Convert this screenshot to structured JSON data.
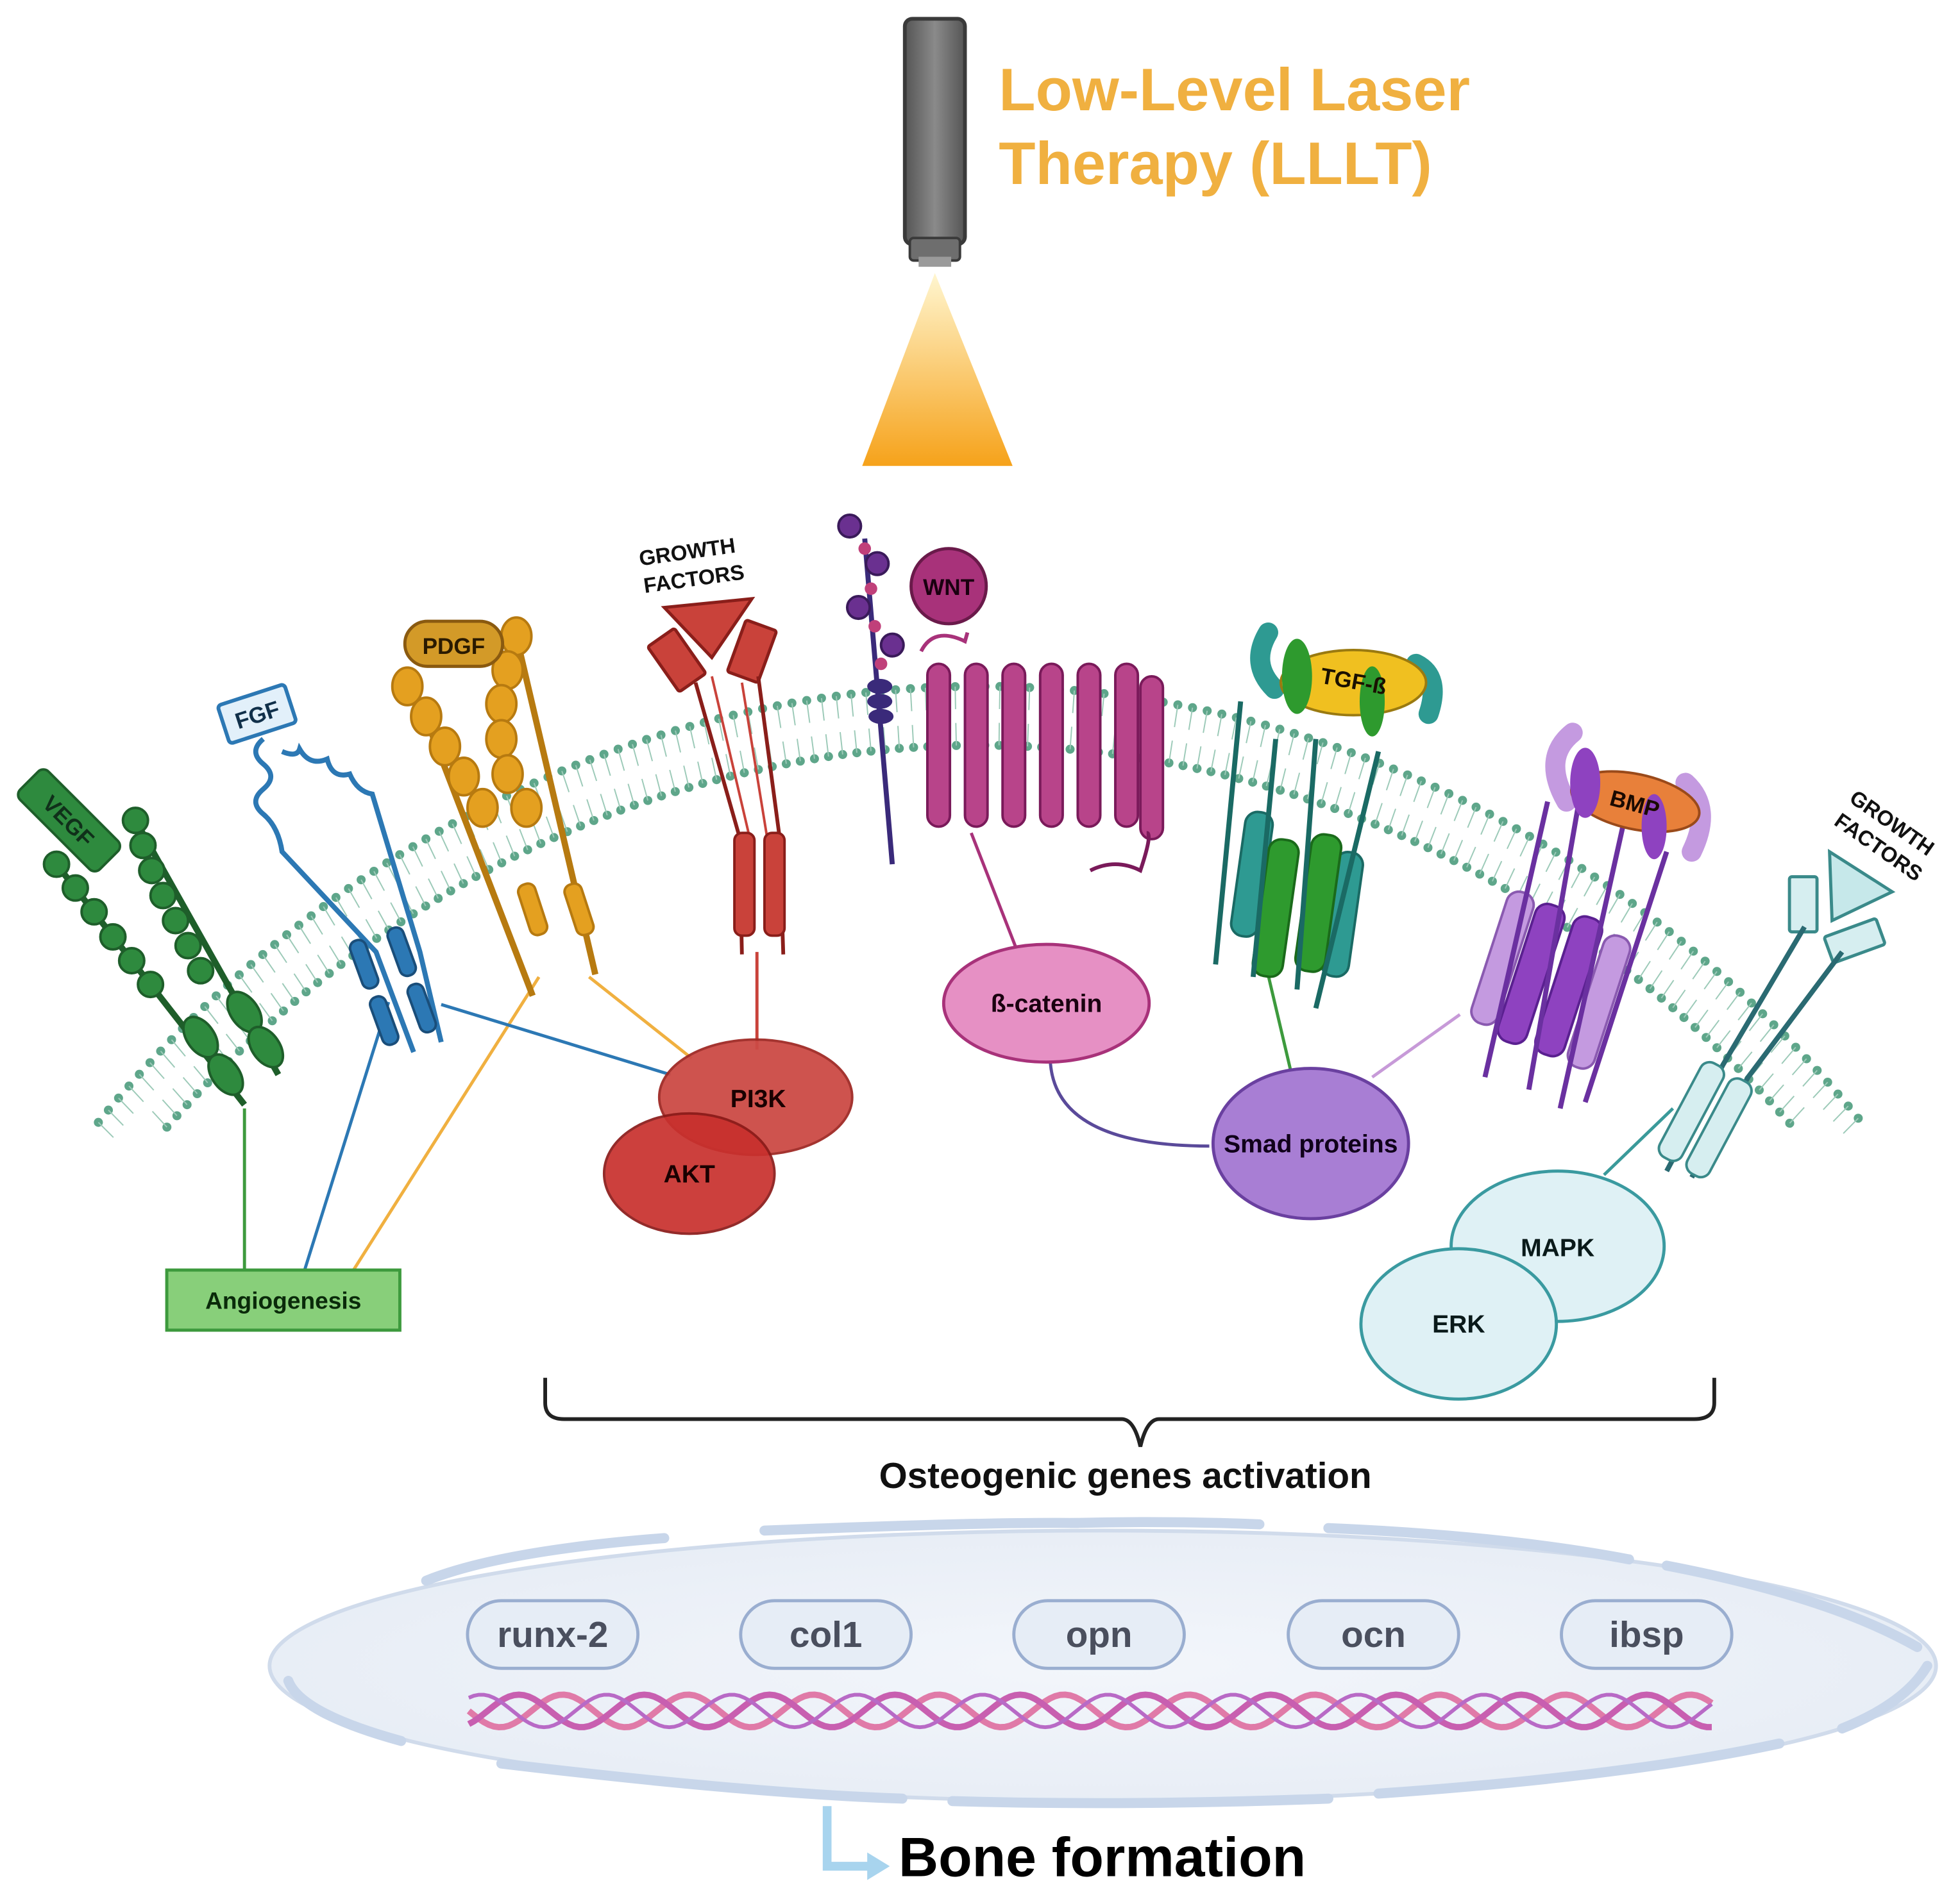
{
  "title": {
    "line1": "Low-Level Laser",
    "line2": "Therapy (LLLT)",
    "color": "#f0b040"
  },
  "colors": {
    "laser_beam": "#f6a21a",
    "membrane": "#5ea68a",
    "vegf": "#2e8a3e",
    "fgf": "#2c78b4",
    "pdgf": "#e4a020",
    "growth_factor_red": "#c9423a",
    "wnt": "#a8327a",
    "tgf": "#2e9a92",
    "bmp": "#9b50c8",
    "growth_factor_light": "#c6e8ea",
    "nucleus": "#eef3f9",
    "dna_a": "#c85fb0",
    "dna_b": "#e07aa8"
  },
  "receptors": {
    "vegf": "VEGF",
    "fgf": "FGF",
    "pdgf": "PDGF",
    "growth_factors_left": "GROWTH\nFACTORS",
    "wnt": "WNT",
    "tgf": "TGF-ß",
    "bmp": "BMP",
    "growth_factors_right": "GROWTH\nFACTORS"
  },
  "signals": {
    "pi3k": "PI3K",
    "akt": "AKT",
    "beta_catenin": "ß-catenin",
    "smad": "Smad proteins",
    "mapk": "MAPK",
    "erk": "ERK",
    "angiogenesis": "Angiogenesis"
  },
  "activation_label": "Osteogenic genes activation",
  "genes": [
    "runx-2",
    "col1",
    "opn",
    "ocn",
    "ibsp"
  ],
  "outcome": "Bone formation"
}
